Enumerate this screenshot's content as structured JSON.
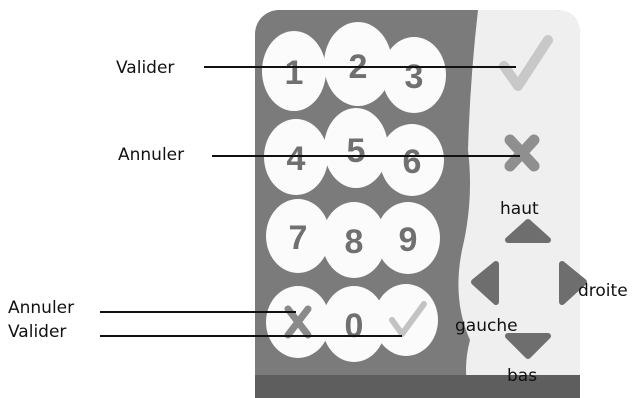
{
  "keypad": {
    "keys": [
      "1",
      "2",
      "3",
      "4",
      "5",
      "6",
      "7",
      "8",
      "9",
      "0"
    ],
    "bottom_left_key_icon": "x-mark-icon",
    "bottom_right_key_icon": "check-mark-icon",
    "side_icons": [
      "check-mark-icon",
      "x-mark-icon",
      "arrow-up-icon",
      "arrow-left-icon",
      "arrow-right-icon",
      "arrow-down-icon"
    ]
  },
  "callouts": {
    "valider_top": "Valider",
    "annuler_top": "Annuler",
    "annuler_bottom": "Annuler",
    "valider_bottom": "Valider",
    "haut": "haut",
    "gauche": "gauche",
    "droite": "droite",
    "bas": "bas"
  },
  "colors": {
    "panel": "#7a7a7a",
    "panel_side": "#eeeeee",
    "key": "#fbfbfb",
    "digit": "#6f6f6f",
    "check": "#c7c7c7",
    "cross": "#8f8f8f",
    "arrow": "#6e6e6e"
  }
}
